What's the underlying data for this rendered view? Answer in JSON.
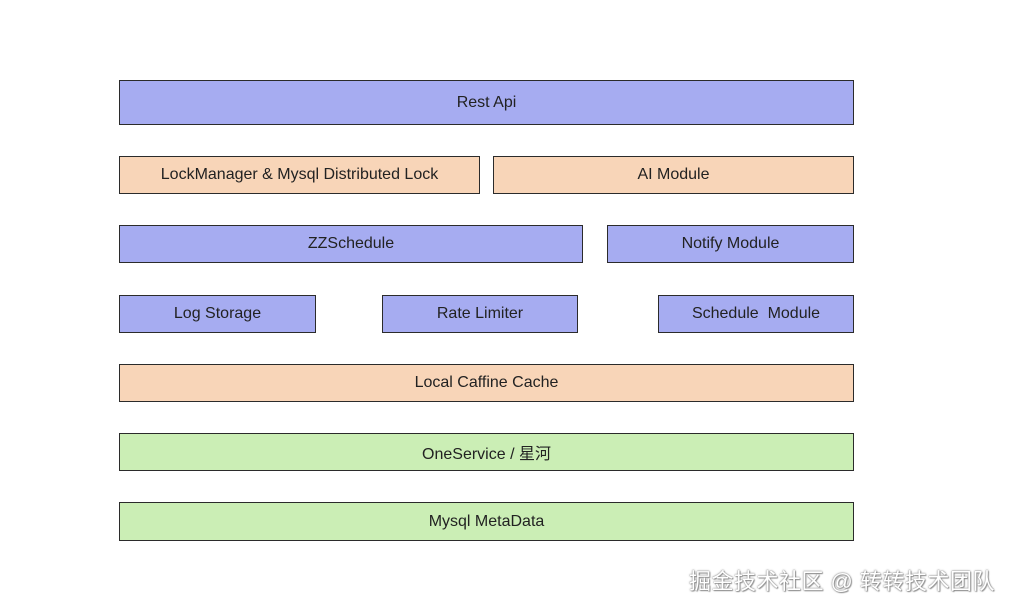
{
  "diagram": {
    "colors": {
      "blue": "#a6acf1",
      "orange": "#f8d5b8",
      "green": "#cbeeb5",
      "border": "#2b2b2b"
    },
    "layers": {
      "rest_api": "Rest Api",
      "lockmanager": "LockManager & Mysql Distributed Lock",
      "ai_module": "AI Module",
      "zzschedule": "ZZSchedule",
      "notify_module": "Notify Module",
      "log_storage": "Log Storage",
      "rate_limiter": "Rate Limiter",
      "schedule_module": "Schedule  Module",
      "local_cache": "Local Caffine Cache",
      "oneservice": "OneService / 星河",
      "mysql_metadata": "Mysql MetaData"
    }
  },
  "watermark": "掘金技术社区 @ 转转技术团队"
}
